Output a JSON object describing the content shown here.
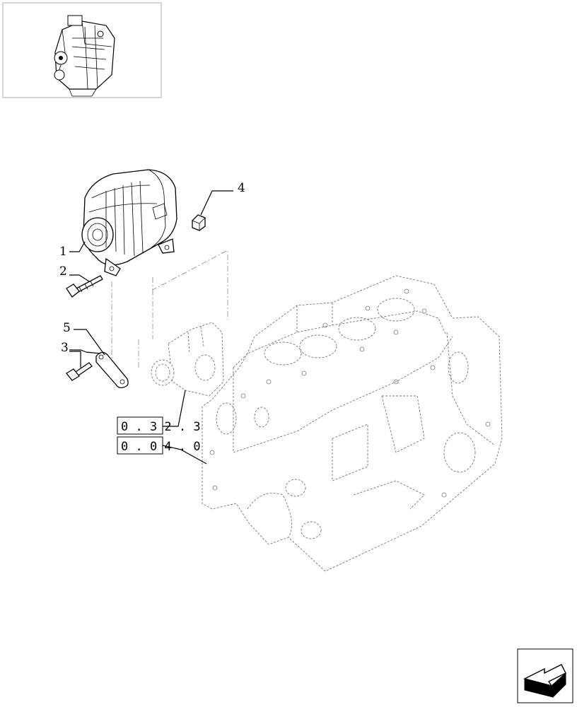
{
  "callouts": [
    {
      "id": "1",
      "label": "1"
    },
    {
      "id": "2",
      "label": "2"
    },
    {
      "id": "3",
      "label": "3"
    },
    {
      "id": "4",
      "label": "4"
    },
    {
      "id": "5",
      "label": "5"
    }
  ],
  "references": [
    {
      "id": "ref-1",
      "label": "0 . 3 2 . 3"
    },
    {
      "id": "ref-2",
      "label": "0 . 0 4 . 0"
    }
  ],
  "icons": {
    "thumbnail": "engine-thumbnail-icon",
    "nav": "back-arrow-icon"
  }
}
